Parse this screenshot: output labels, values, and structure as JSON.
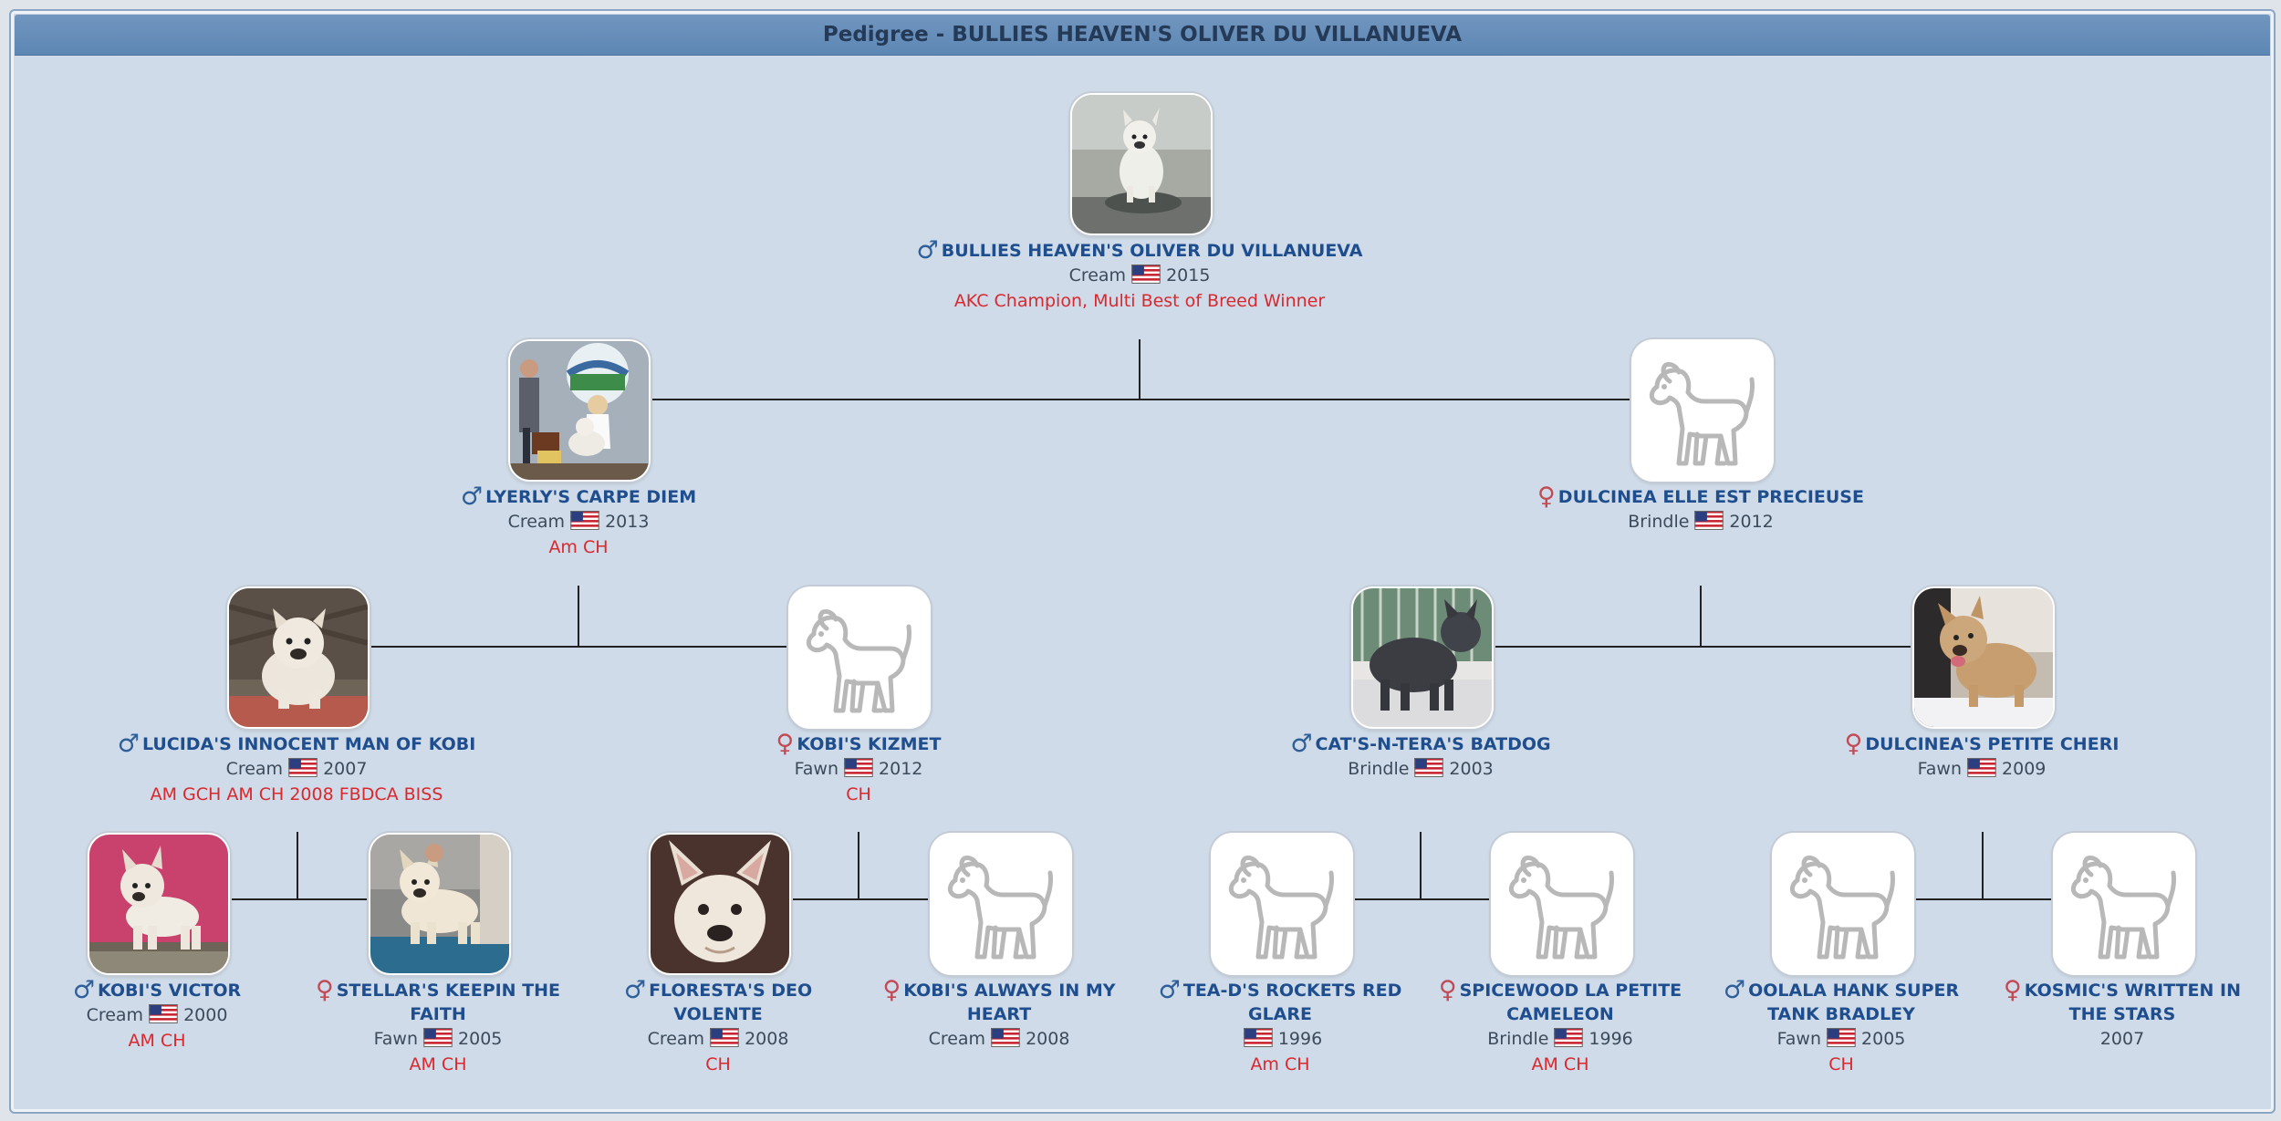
{
  "page": {
    "title": "Pedigree - BULLIES HEAVEN'S OLIVER DU VILLANUEVA"
  },
  "colors": {
    "panel": "#cfdbe8",
    "header": "#6690bb",
    "name": "#1f4e8f",
    "title": "#d9282e",
    "male": "#2f5f9a",
    "female": "#c24a55"
  },
  "dogs": {
    "d0": {
      "sex_icon": "male-icon",
      "sex": "♂",
      "name": "BULLIES HEAVEN'S OLIVER DU VILLANUEVA",
      "color": "Cream",
      "flag": "us-flag-icon",
      "year": "2015",
      "title": "AKC Champion, Multi Best of Breed Winner",
      "photo": "dog-photo-white-frenchie"
    },
    "d1": {
      "sex_icon": "male-icon",
      "sex": "♂",
      "name": "LYERLY'S CARPE DIEM",
      "color": "Cream",
      "flag": "us-flag-icon",
      "year": "2013",
      "title": "Am CH",
      "photo": "dog-photo-show-ring"
    },
    "d2": {
      "sex_icon": "female-icon",
      "sex": "♀",
      "name": "DULCINEA ELLE EST PRECIEUSE",
      "color": "Brindle",
      "flag": "us-flag-icon",
      "year": "2012",
      "title": "",
      "photo": "dog-placeholder-icon"
    },
    "d3": {
      "sex_icon": "male-icon",
      "sex": "♂",
      "name": "LUCIDA'S INNOCENT MAN OF KOBI",
      "color": "Cream",
      "flag": "us-flag-icon",
      "year": "2007",
      "title": "AM GCH AM CH 2008 FBDCA BISS",
      "photo": "dog-photo-cream-sitting"
    },
    "d4": {
      "sex_icon": "female-icon",
      "sex": "♀",
      "name": "KOBI'S KIZMET",
      "color": "Fawn",
      "flag": "us-flag-icon",
      "year": "2012",
      "title": "CH",
      "photo": "dog-placeholder-icon"
    },
    "d5": {
      "sex_icon": "male-icon",
      "sex": "♂",
      "name": "CAT'S-N-TERA'S BATDOG",
      "color": "Brindle",
      "flag": "us-flag-icon",
      "year": "2003",
      "title": "",
      "photo": "dog-photo-brindle"
    },
    "d6": {
      "sex_icon": "female-icon",
      "sex": "♀",
      "name": "DULCINEA'S PETITE CHERI",
      "color": "Fawn",
      "flag": "us-flag-icon",
      "year": "2009",
      "title": "",
      "photo": "dog-photo-fawn"
    },
    "d7": {
      "sex_icon": "male-icon",
      "sex": "♂",
      "name": "KOBI'S VICTOR",
      "color": "Cream",
      "flag": "us-flag-icon",
      "year": "2000",
      "title": "AM CH",
      "photo": "dog-photo-cream-standing"
    },
    "d8": {
      "sex_icon": "female-icon",
      "sex": "♀",
      "name": "STELLAR'S KEEPIN THE FAITH",
      "color": "Fawn",
      "flag": "us-flag-icon",
      "year": "2005",
      "title": "AM CH",
      "photo": "dog-photo-cream-stacked"
    },
    "d9": {
      "sex_icon": "male-icon",
      "sex": "♂",
      "name": "FLORESTA'S DEO VOLENTE",
      "color": "Cream",
      "flag": "us-flag-icon",
      "year": "2008",
      "title": "CH",
      "photo": "dog-photo-cream-face"
    },
    "d10": {
      "sex_icon": "female-icon",
      "sex": "♀",
      "name": "KOBI'S ALWAYS IN MY HEART",
      "color": "Cream",
      "flag": "us-flag-icon",
      "year": "2008",
      "title": "",
      "photo": "dog-placeholder-icon"
    },
    "d11": {
      "sex_icon": "male-icon",
      "sex": "♂",
      "name": "TEA-D'S ROCKETS RED GLARE",
      "color": "",
      "flag": "us-flag-icon",
      "year": "1996",
      "title": "Am CH",
      "photo": "dog-placeholder-icon"
    },
    "d12": {
      "sex_icon": "female-icon",
      "sex": "♀",
      "name": "SPICEWOOD LA PETITE CAMELEON",
      "color": "Brindle",
      "flag": "us-flag-icon",
      "year": "1996",
      "title": "AM CH",
      "photo": "dog-placeholder-icon"
    },
    "d13": {
      "sex_icon": "male-icon",
      "sex": "♂",
      "name": "OOLALA HANK SUPER TANK BRADLEY",
      "color": "Fawn",
      "flag": "us-flag-icon",
      "year": "2005",
      "title": "CH",
      "photo": "dog-placeholder-icon"
    },
    "d14": {
      "sex_icon": "female-icon",
      "sex": "♀",
      "name": "KOSMIC'S WRITTEN IN THE STARS",
      "color": "",
      "flag": "",
      "year": "2007",
      "title": "",
      "photo": "dog-placeholder-icon"
    }
  }
}
